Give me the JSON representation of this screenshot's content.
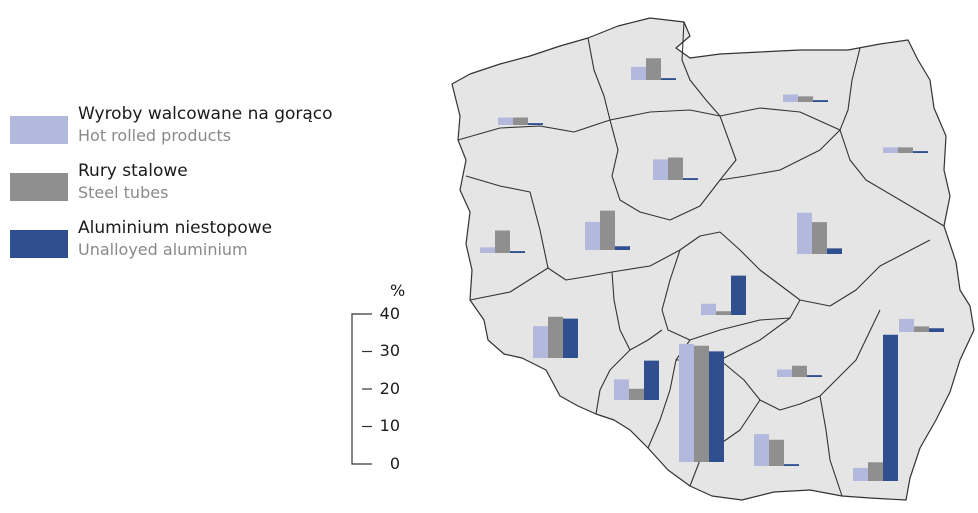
{
  "legend": {
    "items": [
      {
        "label_pl": "Wyroby walcowane na gorąco",
        "label_en": "Hot rolled products",
        "color": "#b3b8dd"
      },
      {
        "label_pl": "Rury stalowe",
        "label_en": "Steel tubes",
        "color": "#8f8f8f"
      },
      {
        "label_pl": "Aluminium niestopowe",
        "label_en": "Unalloyed aluminium",
        "color": "#2f4f8f"
      }
    ]
  },
  "scale": {
    "unit": "%",
    "ticks": [
      {
        "value": 0,
        "label": "0"
      },
      {
        "value": 10,
        "label": "10"
      },
      {
        "value": 20,
        "label": "20"
      },
      {
        "value": 30,
        "label": "30"
      },
      {
        "value": 40,
        "label": "40"
      }
    ]
  },
  "map": {
    "region_fill": "#e5e5e5",
    "border_color": "#333333"
  },
  "chart_data": {
    "type": "bar",
    "series": [
      {
        "name": "Wyroby walcowane na gorąco"
      },
      {
        "name": "Rury stalowe"
      },
      {
        "name": "Aluminium niestopowe"
      }
    ],
    "ylim": [
      0,
      40
    ],
    "regions": [
      {
        "values": [
          3.5,
          5.8,
          0.5
        ]
      },
      {
        "values": [
          2.0,
          1.5,
          0.5
        ]
      },
      {
        "values": [
          2.0,
          2.0,
          0.5
        ]
      },
      {
        "values": [
          1.5,
          1.5,
          0.5
        ]
      },
      {
        "values": [
          5.5,
          6.0,
          0.5
        ]
      },
      {
        "values": [
          1.5,
          6.0,
          0.5
        ]
      },
      {
        "values": [
          7.5,
          10.5,
          1.0
        ]
      },
      {
        "values": [
          11.0,
          8.5,
          1.5
        ]
      },
      {
        "values": [
          3.0,
          1.0,
          10.5
        ]
      },
      {
        "values": [
          3.5,
          1.5,
          1.0
        ]
      },
      {
        "values": [
          8.5,
          11.0,
          10.5
        ]
      },
      {
        "values": [
          5.5,
          3.0,
          10.5
        ]
      },
      {
        "values": [
          31.5,
          31.0,
          29.5
        ]
      },
      {
        "values": [
          2.0,
          3.0,
          0.5
        ]
      },
      {
        "values": [
          8.5,
          7.0,
          0.5
        ]
      },
      {
        "values": [
          3.5,
          5.0,
          39.0
        ]
      }
    ]
  }
}
